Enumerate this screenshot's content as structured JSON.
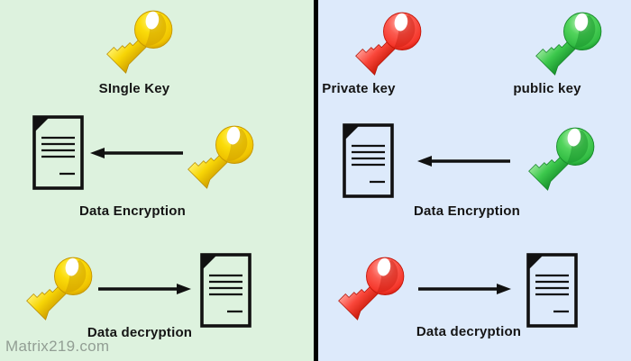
{
  "diagram": {
    "left_panel": {
      "background_color": "#ddf2de",
      "key_color": "#F8D606",
      "single_key_label": "SIngle Key",
      "encryption_label": "Data Encryption",
      "decryption_label": "Data decryption",
      "watermark": "Matrix219.com"
    },
    "right_panel": {
      "background_color": "#ddeafb",
      "private_key_color": "#FA463C",
      "public_key_color": "#3CC84C",
      "private_key_label": "Private key",
      "public_key_label": "public key",
      "encryption_label": "Data Encryption",
      "decryption_label": "Data decryption"
    },
    "divider_color": "#000000",
    "icons": {
      "yellow_key": "single-key-icon",
      "red_key": "private-key-icon",
      "green_key": "public-key-icon",
      "document": "document-icon",
      "arrow": "arrow-icon"
    }
  }
}
